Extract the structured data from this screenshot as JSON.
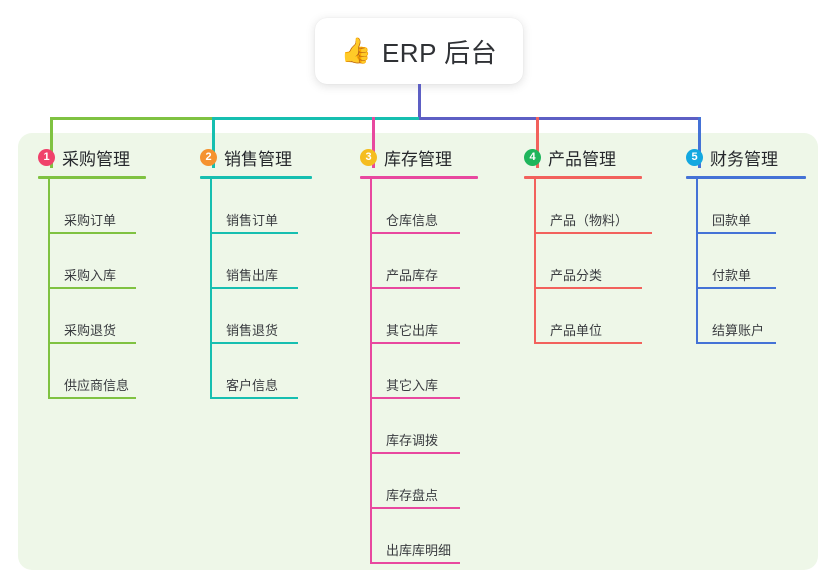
{
  "title": {
    "emoji": "👍",
    "emoji_name": "thumbs-up-emoji",
    "text": "ERP 后台"
  },
  "colors": {
    "panel_background": "#eef7e8",
    "page_background": "#ffffff",
    "card_background": "#ffffff",
    "title_text": "#2f3135",
    "bus_purple": "#5d5fc4",
    "column1": "#7fc241",
    "column2": "#16bfb0",
    "column3": "#e8489f",
    "column4": "#f2615c",
    "column5": "#4472d6",
    "badge1": "#f0416b",
    "badge2": "#f5922f",
    "badge3": "#f5bd1f",
    "badge4": "#1fb55c",
    "badge5": "#13a8e0"
  },
  "columns": [
    {
      "index": "1",
      "label": "采购管理",
      "badge_color": "#f0416b",
      "line_color": "#7fc241",
      "items": [
        {
          "label": "采购订单"
        },
        {
          "label": "采购入库"
        },
        {
          "label": "采购退货"
        },
        {
          "label": "供应商信息"
        }
      ]
    },
    {
      "index": "2",
      "label": "销售管理",
      "badge_color": "#f5922f",
      "line_color": "#16bfb0",
      "items": [
        {
          "label": "销售订单"
        },
        {
          "label": "销售出库"
        },
        {
          "label": "销售退货"
        },
        {
          "label": "客户信息"
        }
      ]
    },
    {
      "index": "3",
      "label": "库存管理",
      "badge_color": "#f5bd1f",
      "line_color": "#e8489f",
      "items": [
        {
          "label": "仓库信息"
        },
        {
          "label": "产品库存"
        },
        {
          "label": "其它出库"
        },
        {
          "label": "其它入库"
        },
        {
          "label": "库存调拨"
        },
        {
          "label": "库存盘点"
        },
        {
          "label": "出库库明细"
        }
      ]
    },
    {
      "index": "4",
      "label": "产品管理",
      "badge_color": "#1fb55c",
      "line_color": "#f2615c",
      "items": [
        {
          "label": "产品（物料）"
        },
        {
          "label": "产品分类"
        },
        {
          "label": "产品单位"
        }
      ]
    },
    {
      "index": "5",
      "label": "财务管理",
      "badge_color": "#13a8e0",
      "line_color": "#4472d6",
      "items": [
        {
          "label": "回款单"
        },
        {
          "label": "付款单"
        },
        {
          "label": "结算账户"
        }
      ]
    }
  ]
}
